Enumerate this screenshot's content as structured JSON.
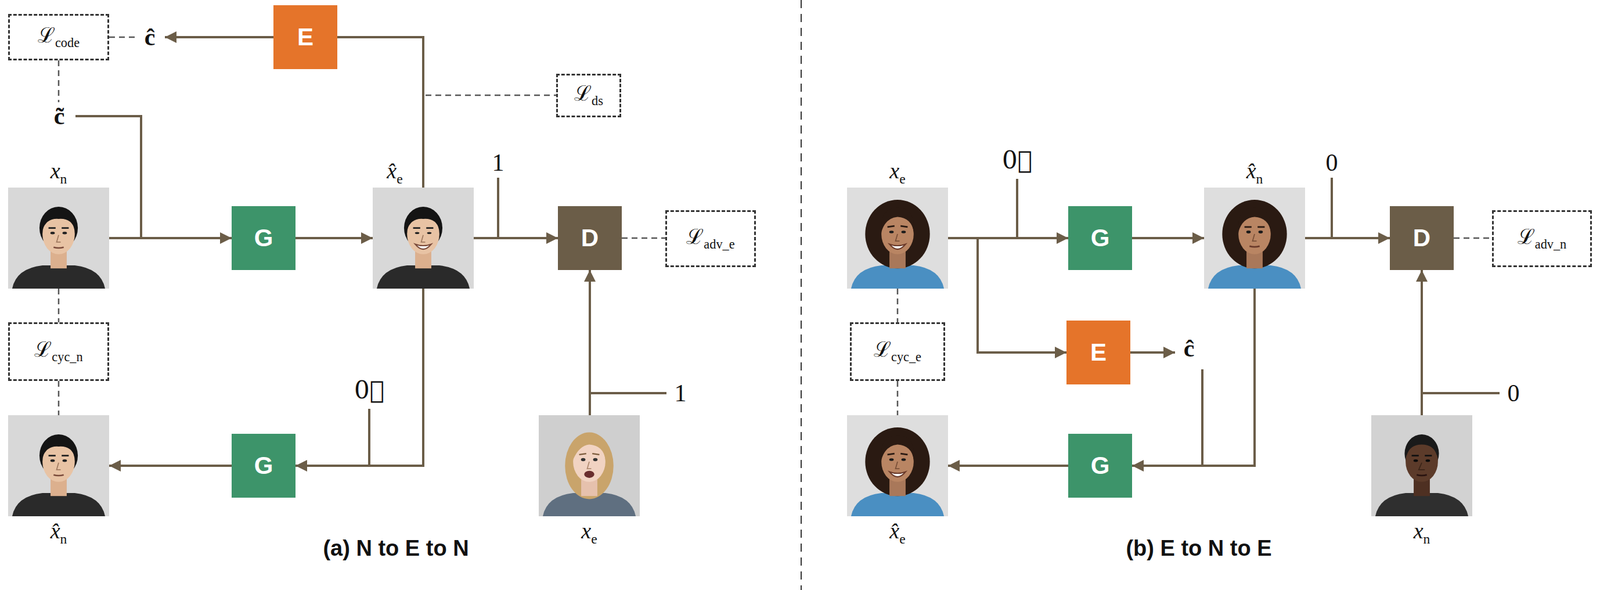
{
  "diagram": {
    "nodes": [
      {
        "text": [
          "ℒcode"
        ]
      },
      {
        "text": [
          "E"
        ]
      },
      {
        "text": [
          "ℒds"
        ]
      },
      {
        "text": [
          "xn"
        ]
      },
      {
        "text": [
          "G"
        ]
      },
      {
        "text": [
          "x̂e"
        ]
      },
      {
        "text": [
          "D"
        ]
      },
      {
        "text": [
          "ℒadv_e"
        ]
      },
      {
        "text": [
          "ℒcyc_n"
        ]
      },
      {
        "text": [
          "x̂n"
        ]
      },
      {
        "text": [
          "G"
        ]
      },
      {
        "text": [
          "xe"
        ]
      },
      {
        "text": [
          "xe"
        ]
      },
      {
        "text": [
          "G"
        ]
      },
      {
        "text": [
          "x̂n"
        ]
      },
      {
        "text": [
          "D"
        ]
      },
      {
        "text": [
          "ℒadv_n"
        ]
      },
      {
        "text": [
          "E"
        ]
      },
      {
        "text": [
          "ℒcyc_e"
        ]
      },
      {
        "text": [
          "x̂e"
        ]
      },
      {
        "text": [
          "G"
        ]
      },
      {
        "text": [
          "xn"
        ]
      }
    ],
    "edges": [
      {
        "from": 3,
        "to": 4,
        "arrow": "to"
      },
      {
        "from": 4,
        "to": 5,
        "arrow": "to"
      },
      {
        "from": 5,
        "to": 6,
        "arrow": "to"
      },
      {
        "from": 5,
        "to": 1,
        "arrow": "none"
      },
      {
        "from": 11,
        "to": 6,
        "arrow": "to"
      },
      {
        "from": 5,
        "to": 10,
        "arrow": "to"
      },
      {
        "from": 10,
        "to": 9,
        "arrow": "to"
      },
      {
        "from": 6,
        "to": 7,
        "arrow": "none"
      },
      {
        "from": 3,
        "to": 8,
        "arrow": "none"
      },
      {
        "from": 8,
        "to": 9,
        "arrow": "none"
      },
      {
        "from": 12,
        "to": 13,
        "arrow": "to"
      },
      {
        "from": 13,
        "to": 14,
        "arrow": "to"
      },
      {
        "from": 14,
        "to": 15,
        "arrow": "to"
      },
      {
        "from": 21,
        "to": 15,
        "arrow": "to"
      },
      {
        "from": 12,
        "to": 17,
        "arrow": "to"
      },
      {
        "from": 14,
        "to": 20,
        "arrow": "to"
      },
      {
        "from": 20,
        "to": 19,
        "arrow": "to"
      },
      {
        "from": 15,
        "to": 16,
        "arrow": "none"
      },
      {
        "from": 12,
        "to": 18,
        "arrow": "none"
      },
      {
        "from": 18,
        "to": 19,
        "arrow": "none"
      }
    ],
    "labels": [
      "ĉ",
      "c̃",
      "1",
      "0⃗",
      "1",
      "(a) N to E to N",
      "0⃗",
      "0",
      "ĉ",
      "0",
      "(b) E to N to E"
    ]
  }
}
